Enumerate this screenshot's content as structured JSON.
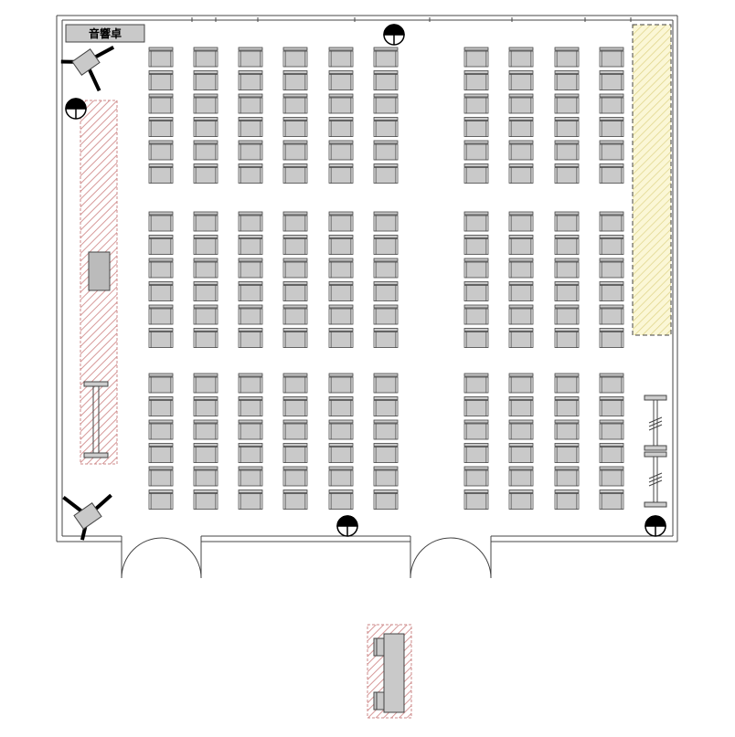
{
  "plan": {
    "sound_desk_label": "音響卓",
    "seat_rows": 18,
    "seat_columns": 10,
    "seat_count": 180
  },
  "colors": {
    "wall": "#444444",
    "seat_fill": "#c9c9c9",
    "seat_stroke": "#444444",
    "left_stage_hatch": "#d79a9a",
    "right_area_hatch": "#e0d58a",
    "right_area_fill": "#fbf7d6"
  },
  "icons": {
    "camera": "tripod-camera-icon",
    "speaker": "ceiling-speaker-icon",
    "door": "double-door-icon",
    "seat": "chair-icon"
  }
}
